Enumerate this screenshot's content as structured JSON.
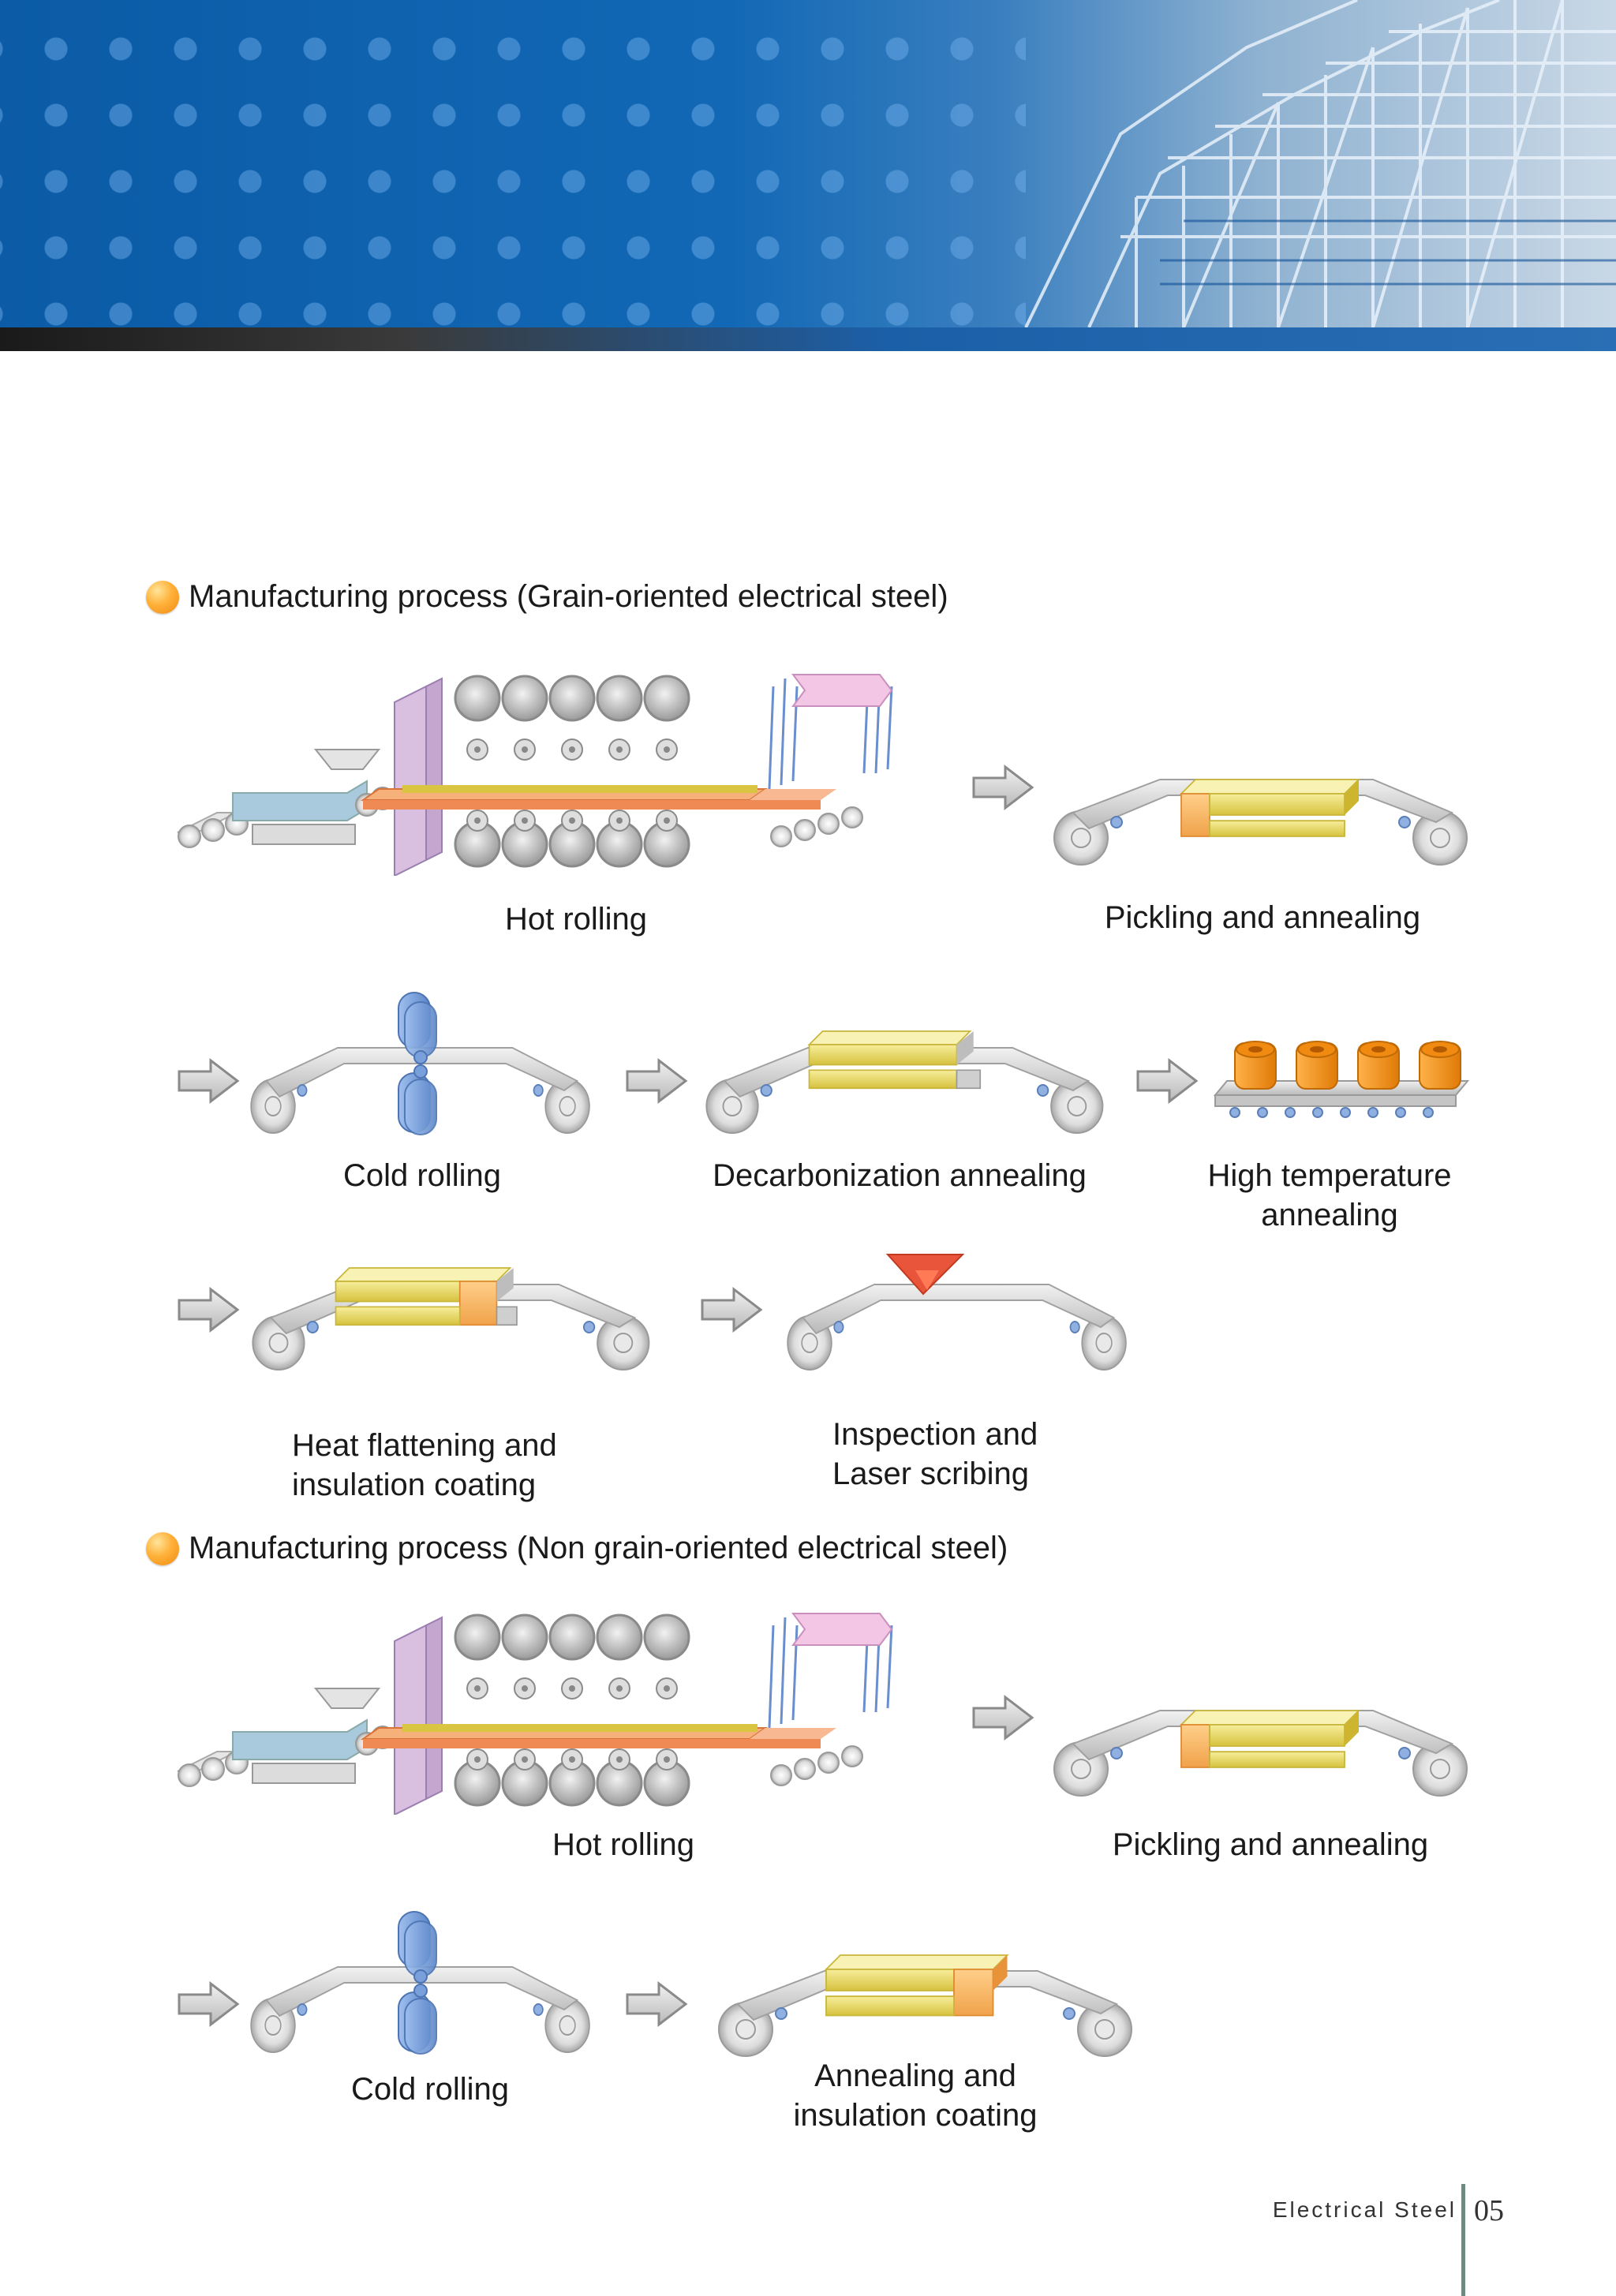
{
  "sections": [
    {
      "title": "Manufacturing process (Grain-oriented electrical steel)",
      "steps": [
        "Hot rolling",
        "Pickling and annealing",
        "Cold rolling",
        "Decarbonization annealing",
        "High temperature\nannealing",
        "Heat flattening and\ninsulation coating",
        "Inspection and\nLaser scribing"
      ]
    },
    {
      "title": "Manufacturing process (Non grain-oriented electrical steel)",
      "steps": [
        "Hot rolling",
        "Pickling and annealing",
        "Cold rolling",
        "Annealing and\ninsulation coating"
      ]
    }
  ],
  "footer": {
    "text": "Electrical Steel",
    "page_number": "05"
  },
  "colors": {
    "banner_blue": "#1268b5",
    "bullet_orange": "#f5a020",
    "coil_yellow": "#e6d35a",
    "rolling_blue": "#6f9ad8",
    "marker_red": "#e8553a"
  }
}
